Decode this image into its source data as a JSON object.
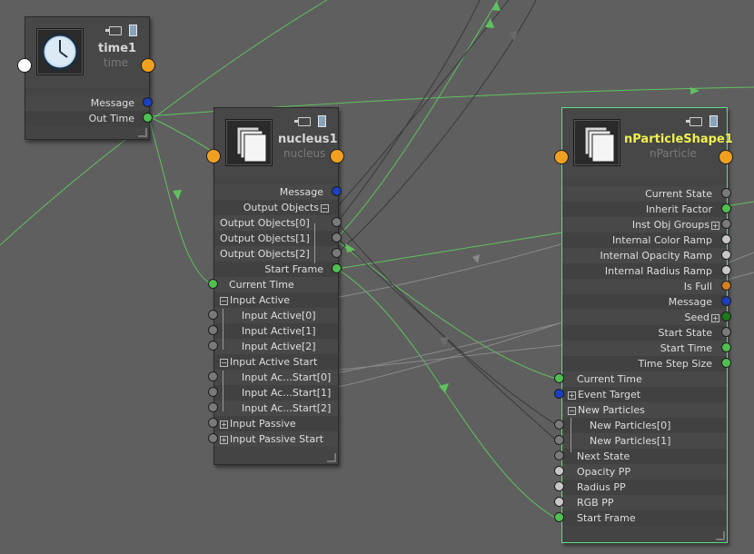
{
  "colors": {
    "background": "#5f5f5f",
    "wire_green": "#5fc25f",
    "wire_gray": "#9b9b9b",
    "wire_dark": "#3a3a3a",
    "port_green": "#4fc04f",
    "port_blue": "#1a3fc0",
    "port_gray": "#7a7a7a",
    "port_white": "#e8e8e8",
    "port_orange": "#f0a020",
    "port_lightgray": "#c8c8c8",
    "port_darkgreen": "#1a7a1a",
    "selected_title": "#f0f050"
  },
  "nodes": {
    "time1": {
      "title": "time1",
      "type": "time",
      "icon": "clock-icon",
      "attributes": [
        "Message",
        "Out Time"
      ]
    },
    "nucleus1": {
      "title": "nucleus1",
      "type": "nucleus",
      "icon": "stacked-sheets-icon",
      "outputs": [
        "Message",
        "Output Objects",
        "Output Objects[0]",
        "Output Objects[1]",
        "Output Objects[2]",
        "Start Frame"
      ],
      "inputs": [
        "Current Time",
        "Input Active",
        "Input Active[0]",
        "Input Active[1]",
        "Input Active[2]",
        "Input Active Start",
        "Input Ac...Start[0]",
        "Input Ac...Start[1]",
        "Input Ac...Start[2]",
        "Input Passive",
        "Input Passive Start"
      ]
    },
    "nParticleShape1": {
      "title": "nParticleShape1",
      "type": "nParticle",
      "icon": "stacked-sheets-icon",
      "outputs": [
        "Current State",
        "Inherit Factor",
        "Inst Obj Groups",
        "Internal Color Ramp",
        "Internal Opacity Ramp",
        "Internal Radius Ramp",
        "Is Full",
        "Message",
        "Seed",
        "Start State",
        "Start Time",
        "Time Step Size"
      ],
      "inputs": [
        "Current Time",
        "Event Target",
        "New Particles",
        "New Particles[0]",
        "New Particles[1]",
        "Next State",
        "Opacity PP",
        "Radius PP",
        "RGB PP",
        "Start Frame"
      ]
    }
  }
}
